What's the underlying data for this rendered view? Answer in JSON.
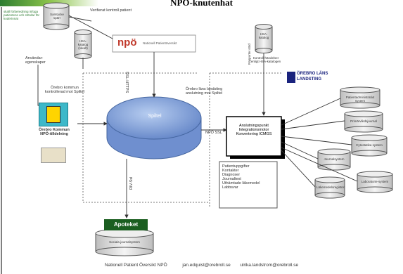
{
  "title": "NPÖ-knutenhat",
  "footer": {
    "left": "Nationell Patient Översikt NPÖ",
    "email1": "jan.edquist@orebroll.se",
    "email2": "ulrika.landstrom@orebroll.se"
  },
  "labels": {
    "topleft_note": "skall förberedning infoga patientens och stördar för koderinnat",
    "db_consent": "Samtycke spärr",
    "verify_patient": "Verifierat kontroll patient",
    "npo_logo": "npö",
    "npo_sub": "Nationell Patientöversikt",
    "db_hsa": "HSA-katalog (lokalt)",
    "user_props": "Användar-egenskaper",
    "municipality_connection": "Örebro kommun kontrollerad mot Spiltel",
    "municipality_name": "Örebro Kommun NPÖ-tilldelning",
    "spiltel": "Spiltel",
    "county_connection": "Örebro läns landsting anslutning mot Spiltel",
    "db_hsa_catalog": "HSA-katalog",
    "hsa_verification": "Kontroll-händelser enligt HSA-katalogen",
    "county_logo_line1": "ÖREBRO LÄNS",
    "county_logo_line2": "LANDSTING",
    "center_box": "Anslutningspunkt Integrationsmotor Konvertering ICMGS",
    "npo_ssl": "NPÖ SSL",
    "info_list": [
      "Patientuppgifter",
      "Kontakter",
      "Diagnoser",
      "Journaltext",
      "Uthämtade läkemedel",
      "Labbsvar"
    ],
    "left_arrow_label": "SSL-HTTPS",
    "right_arrow_label": "Rapporter stöd",
    "bottom_db": "Sociala journalsystem",
    "apotek": "Apoteket",
    "bottom_arrow_label": "RIV-Ssl",
    "right_dbs": [
      "Patientadministrativt system",
      "Primärvårdsjournal",
      "Cytostatika system",
      "Journalsystem",
      "Laboratorie-system",
      "Läkemedelsregistret"
    ]
  },
  "colors": {
    "accent_green": "#4caf50",
    "spiltel_blue": "#7f9fd6",
    "db_gray": "#e6e6e6",
    "npo_red": "#c0392b"
  }
}
